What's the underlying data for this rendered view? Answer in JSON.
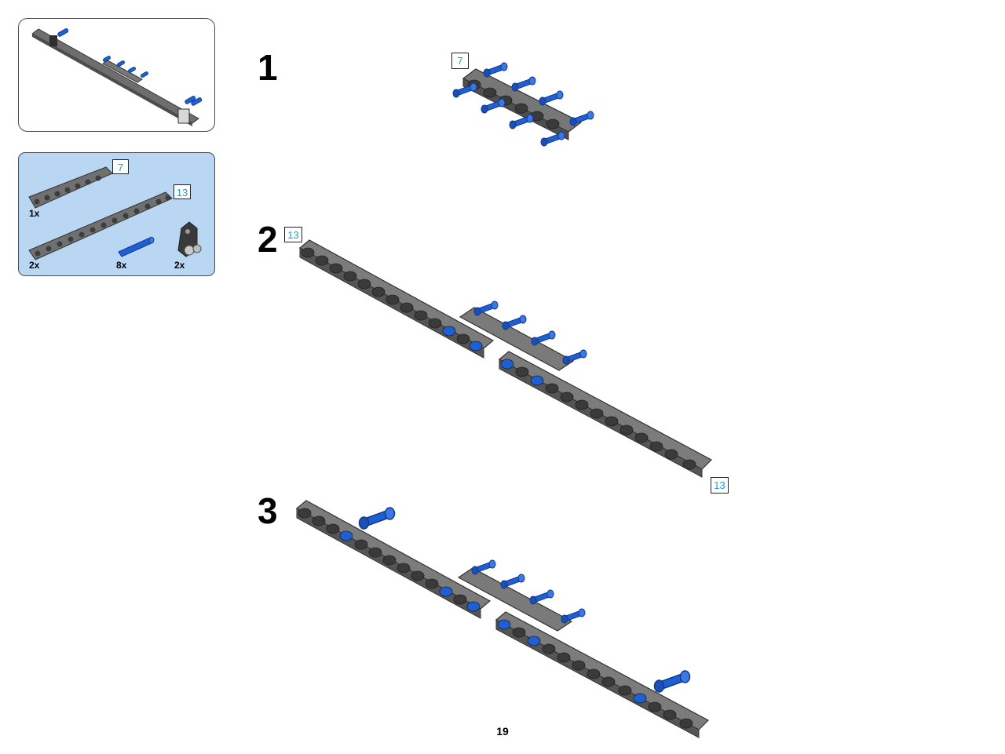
{
  "page": {
    "number": "19"
  },
  "preview": {
    "label": ""
  },
  "parts_list": {
    "items": [
      {
        "name": "beam-7",
        "length_label": "7",
        "qty": "1x"
      },
      {
        "name": "beam-13",
        "length_label": "13",
        "qty": "2x"
      },
      {
        "name": "connector-pin",
        "qty": "8x"
      },
      {
        "name": "angle-connector",
        "qty": "2x"
      }
    ]
  },
  "steps": [
    {
      "number": "1",
      "callouts": [
        "7"
      ]
    },
    {
      "number": "2",
      "callouts": [
        "13",
        "13"
      ]
    },
    {
      "number": "3",
      "callouts": []
    }
  ],
  "colors": {
    "beam": "#6e6e6e",
    "beam_dark": "#4a4a4a",
    "pin": "#1f5fd6",
    "parts_bg": "#b9d6f2",
    "tag_text": "#1b9bd7"
  }
}
